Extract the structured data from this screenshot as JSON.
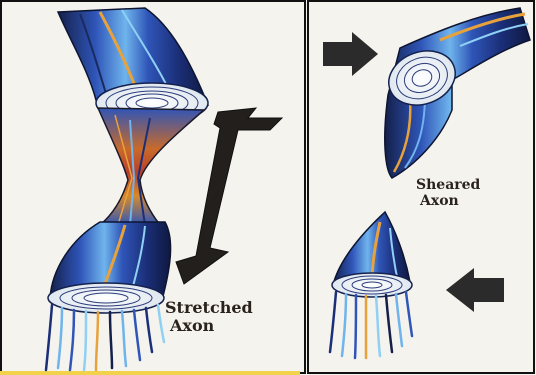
{
  "panels": {
    "left": {
      "label_line1": "Stretched",
      "label_line2": "Axon"
    },
    "right": {
      "label_line1": "Sheared",
      "label_line2": "Axon"
    }
  },
  "colors": {
    "frame": "#111111",
    "paper": "#f5f3ee",
    "fiber_dark": "#14204a",
    "fiber_mid": "#2f55b8",
    "fiber_light": "#6fb4ec",
    "fiber_orange": "#d88a2a",
    "fiber_red": "#b8402a",
    "arrow": "#2b2b2b"
  },
  "icons": {
    "stretch_arrow": "double-headed-arrow",
    "shear_arrow_top": "arrow-right",
    "shear_arrow_bottom": "arrow-left"
  }
}
